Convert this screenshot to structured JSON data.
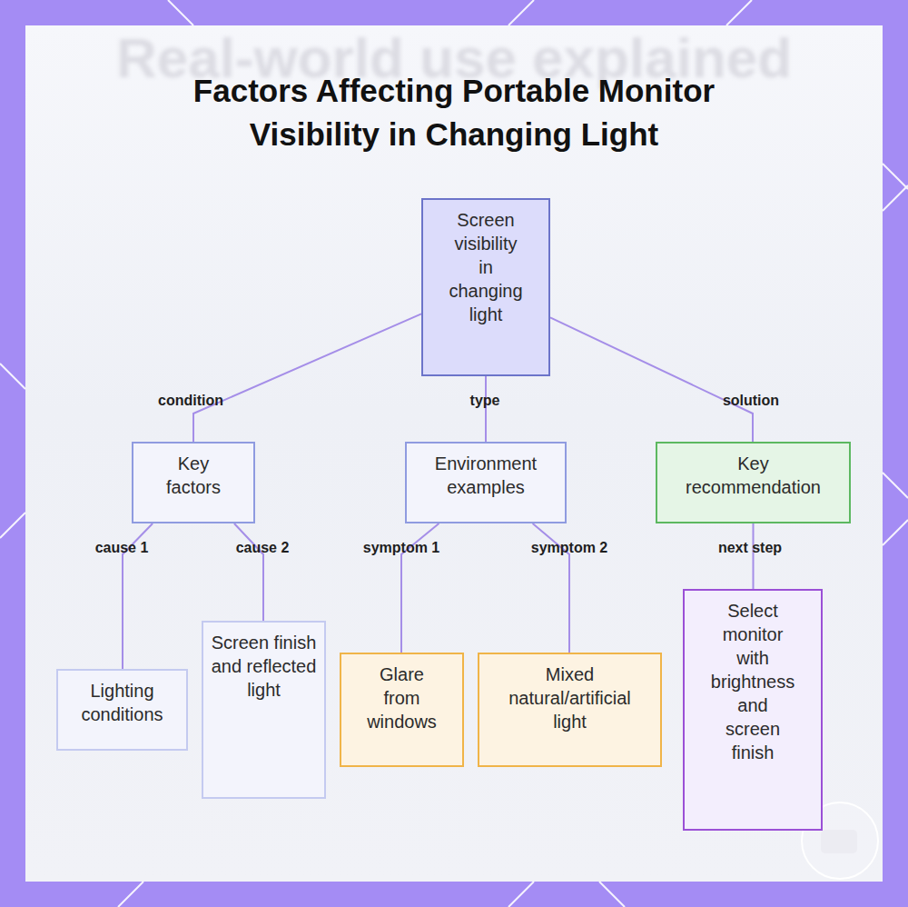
{
  "diagram": {
    "title": "Factors Affecting Portable Monitor Visibility in Changing Light",
    "nodes": [
      {
        "text": [
          "Screen visibility in changing light"
        ]
      },
      {
        "text": [
          "Key factors"
        ]
      },
      {
        "text": [
          "Environment examples"
        ]
      },
      {
        "text": [
          "Key recommendation"
        ]
      },
      {
        "text": [
          "Lighting conditions"
        ]
      },
      {
        "text": [
          "Screen finish and reflected light"
        ]
      },
      {
        "text": [
          "Glare from windows"
        ]
      },
      {
        "text": [
          "Mixed natural/artificial light"
        ]
      },
      {
        "text": [
          "Select monitor with brightness and screen finish"
        ]
      }
    ],
    "edges": [
      {
        "from": 0,
        "to": 1,
        "label": "condition",
        "arrow": "none"
      },
      {
        "from": 0,
        "to": 2,
        "label": "type",
        "arrow": "none"
      },
      {
        "from": 0,
        "to": 3,
        "label": "solution",
        "arrow": "none"
      },
      {
        "from": 1,
        "to": 4,
        "label": "cause 1",
        "arrow": "none"
      },
      {
        "from": 1,
        "to": 5,
        "label": "cause 2",
        "arrow": "none"
      },
      {
        "from": 2,
        "to": 6,
        "label": "symptom 1",
        "arrow": "none"
      },
      {
        "from": 2,
        "to": 7,
        "label": "symptom 2",
        "arrow": "none"
      },
      {
        "from": 3,
        "to": 8,
        "label": "next step",
        "arrow": "none"
      }
    ],
    "labels": [
      "Real-world use explained"
    ]
  }
}
